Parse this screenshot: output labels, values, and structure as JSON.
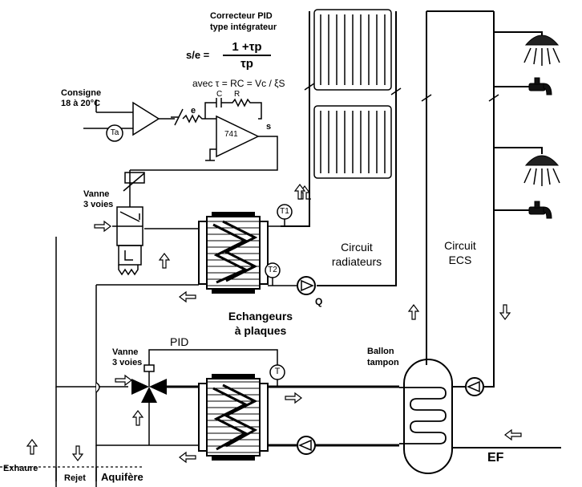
{
  "pid_title": {
    "line1": "Correcteur PID",
    "line2": "type intégrateur"
  },
  "transfer": {
    "lhs": "s/e =",
    "numerator": "1 +τp",
    "denominator": "τp",
    "tau_def": "avec τ = RC = Vc / ξS"
  },
  "consigne": {
    "line1": "Consigne",
    "line2": "18 à 20°C"
  },
  "opamp": {
    "model": "741",
    "cap": "C",
    "res": "R",
    "input": "e",
    "output": "s"
  },
  "sensors": {
    "ta": "Ta",
    "t1": "T1",
    "t2": "T2",
    "t": "T"
  },
  "vanne_top": {
    "line1": "Vanne",
    "line2": "3 voies"
  },
  "vanne_bottom": {
    "line1": "Vanne",
    "line2": "3 voies"
  },
  "circuit_radiateurs": {
    "line1": "Circuit",
    "line2": "radiateurs"
  },
  "circuit_ecs": {
    "line1": "Circuit",
    "line2": "ECS"
  },
  "echangeurs": {
    "line1": "Echangeurs",
    "line2": "à plaques"
  },
  "pump_label": "Q",
  "pid_label": "PID",
  "ballon": {
    "line1": "Ballon",
    "line2": "tampon"
  },
  "ef": "EF",
  "bottom": {
    "exhaure": "Exhaure",
    "rejet": "Rejet",
    "aquifere": "Aquifère"
  }
}
